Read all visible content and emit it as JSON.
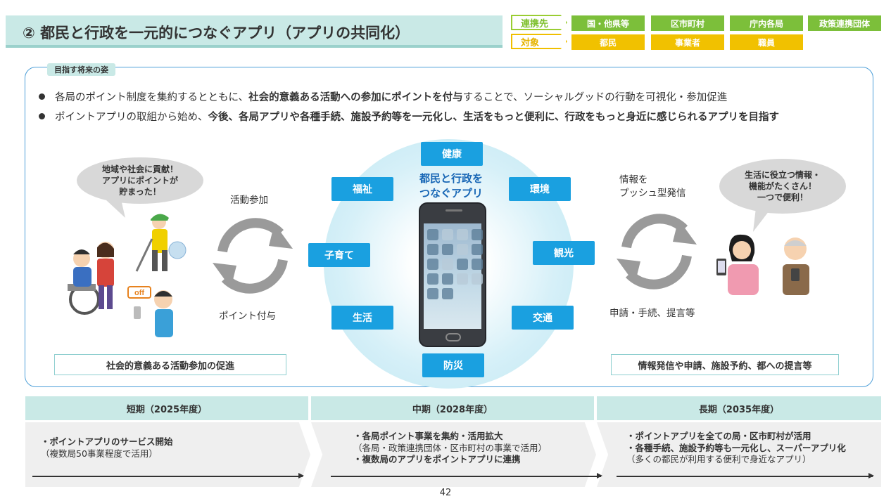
{
  "header": {
    "title": "② 都民と行政を一元的につなぐアプリ（アプリの共同化）",
    "partner_label": "連携先",
    "target_label": "対象",
    "partners": [
      "国・他県等",
      "区市町村",
      "庁内各局",
      "政策連携団体"
    ],
    "targets": [
      "都民",
      "事業者",
      "職員"
    ]
  },
  "vision": {
    "tag": "目指す将来の姿",
    "bullet1": {
      "pre": "各局のポイント制度を集約するとともに、",
      "bold": "社会的意義ある活動への参加にポイントを付与",
      "post": "することで、ソーシャルグッドの行動を可視化・参加促進"
    },
    "bullet2": {
      "pre": "ポイントアプリの取組から始め、",
      "bold": "今後、各局アプリや各種手続、施設予約等を一元化し、生活をもっと便利に、行政をもっと身近に感じられるアプリを目指す",
      "post": ""
    }
  },
  "diagram": {
    "center_line1": "都民と行政を",
    "center_line2": "つなぐアプリ",
    "categories": {
      "health": "健康",
      "welfare": "福祉",
      "environment": "環境",
      "childcare": "子育て",
      "tourism": "観光",
      "living": "生活",
      "transport": "交通",
      "disaster": "防災"
    },
    "left": {
      "bubble_line1": "地域や社会に貢献！",
      "bubble_line2": "アプリにポイントが",
      "bubble_line3": "貯まった！",
      "cycle_top": "活動参加",
      "cycle_bottom": "ポイント付与",
      "off_label": "off",
      "caption": "社会的意義ある活動参加の促進"
    },
    "right": {
      "bubble_line1": "生活に役立つ情報・",
      "bubble_line2": "機能がたくさん！",
      "bubble_line3": "一つで便利！",
      "cycle_top_line1": "情報を",
      "cycle_top_line2": "プッシュ型発信",
      "cycle_bottom": "申請・手続、提言等",
      "caption": "情報発信や申請、施設予約、都への提言等"
    }
  },
  "timeline": {
    "short": {
      "head": "短期（2025年度）",
      "line1": "・ポイントアプリのサービス開始",
      "line2": "（複数局50事業程度で活用）"
    },
    "mid": {
      "head": "中期（2028年度）",
      "line1": "・各局ポイント事業を集約・活用拡大",
      "line2": "（各局・政策連携団体・区市町村の事業で活用）",
      "line3": "・複数局のアプリをポイントアプリに連携"
    },
    "long": {
      "head": "長期（2035年度）",
      "line1": "・ポイントアプリを全ての局・区市町村が活用",
      "line2": "・各種手続、施設予約等も一元化し、スーパーアプリ化",
      "line3": "（多くの都民が利用する便利で身近なアプリ）"
    }
  },
  "page_number": "42",
  "colors": {
    "teal_bar": "#c9e9e6",
    "blue_category": "#1aa0e0",
    "green_pill": "#7cbf3a",
    "yellow_pill": "#f1c100",
    "center_text": "#1766b5"
  }
}
